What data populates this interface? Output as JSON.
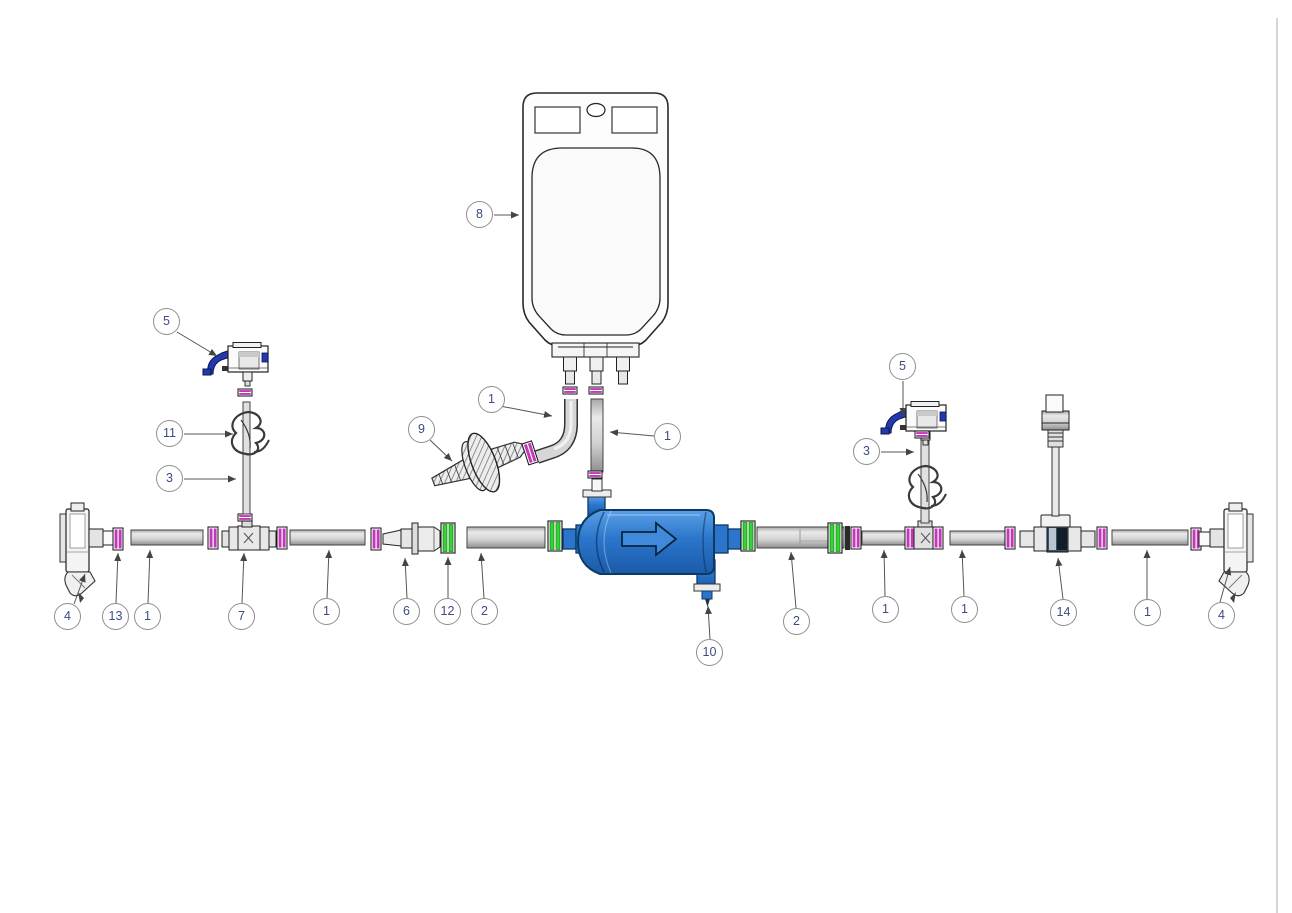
{
  "page": {
    "background": "#ffffff",
    "right_edge_line_color": "#c9c9c9"
  },
  "diagram": {
    "kind": "exploded-assembly-diagram",
    "description_icons": {
      "bag": "solution-bag",
      "canister": "blue-filter-canister",
      "disc_filter": "inline-disc-filter",
      "pinch_clamp": "wire-pinch-clamp",
      "weld_ring": "magenta-weld-ring",
      "green_clamp": "green-tube-clamp"
    },
    "colors": {
      "canister_blue": "#2f7fd0",
      "weld_ring_magenta": "#c238b8",
      "clamp_green": "#35d435",
      "device_navy": "#2438b0",
      "tube_gray": "#cfcfcf",
      "leader_line": "#555555",
      "callout_text": "#3c4c82",
      "page_edge": "#c9c9c9"
    },
    "callouts": [
      {
        "label": "5",
        "points_to": "clamp-device-left"
      },
      {
        "label": "11",
        "points_to": "pinch-clamp-left"
      },
      {
        "label": "3",
        "points_to": "vertical-tube-left"
      },
      {
        "label": "4",
        "points_to": "end-connector-left"
      },
      {
        "label": "13",
        "points_to": "weld-ring"
      },
      {
        "label": "1",
        "points_to": "tube-segment"
      },
      {
        "label": "7",
        "points_to": "tee-connector"
      },
      {
        "label": "1",
        "points_to": "tube-segment"
      },
      {
        "label": "6",
        "points_to": "reducer-connector"
      },
      {
        "label": "12",
        "points_to": "green-clamp"
      },
      {
        "label": "2",
        "points_to": "large-tube-segment"
      },
      {
        "label": "8",
        "points_to": "solution-bag"
      },
      {
        "label": "9",
        "points_to": "disc-filter"
      },
      {
        "label": "1",
        "points_to": "elbow-tube"
      },
      {
        "label": "1",
        "points_to": "straight-tube-from-bag"
      },
      {
        "label": "10",
        "points_to": "canister-drain-port"
      },
      {
        "label": "2",
        "points_to": "large-tube-segment"
      },
      {
        "label": "1",
        "points_to": "tube-segment"
      },
      {
        "label": "1",
        "points_to": "tube-segment"
      },
      {
        "label": "14",
        "points_to": "sampling-tee"
      },
      {
        "label": "1",
        "points_to": "tube-segment"
      },
      {
        "label": "4",
        "points_to": "end-connector-right"
      },
      {
        "label": "5",
        "points_to": "clamp-device-right"
      },
      {
        "label": "3",
        "points_to": "vertical-tube-right"
      }
    ]
  }
}
